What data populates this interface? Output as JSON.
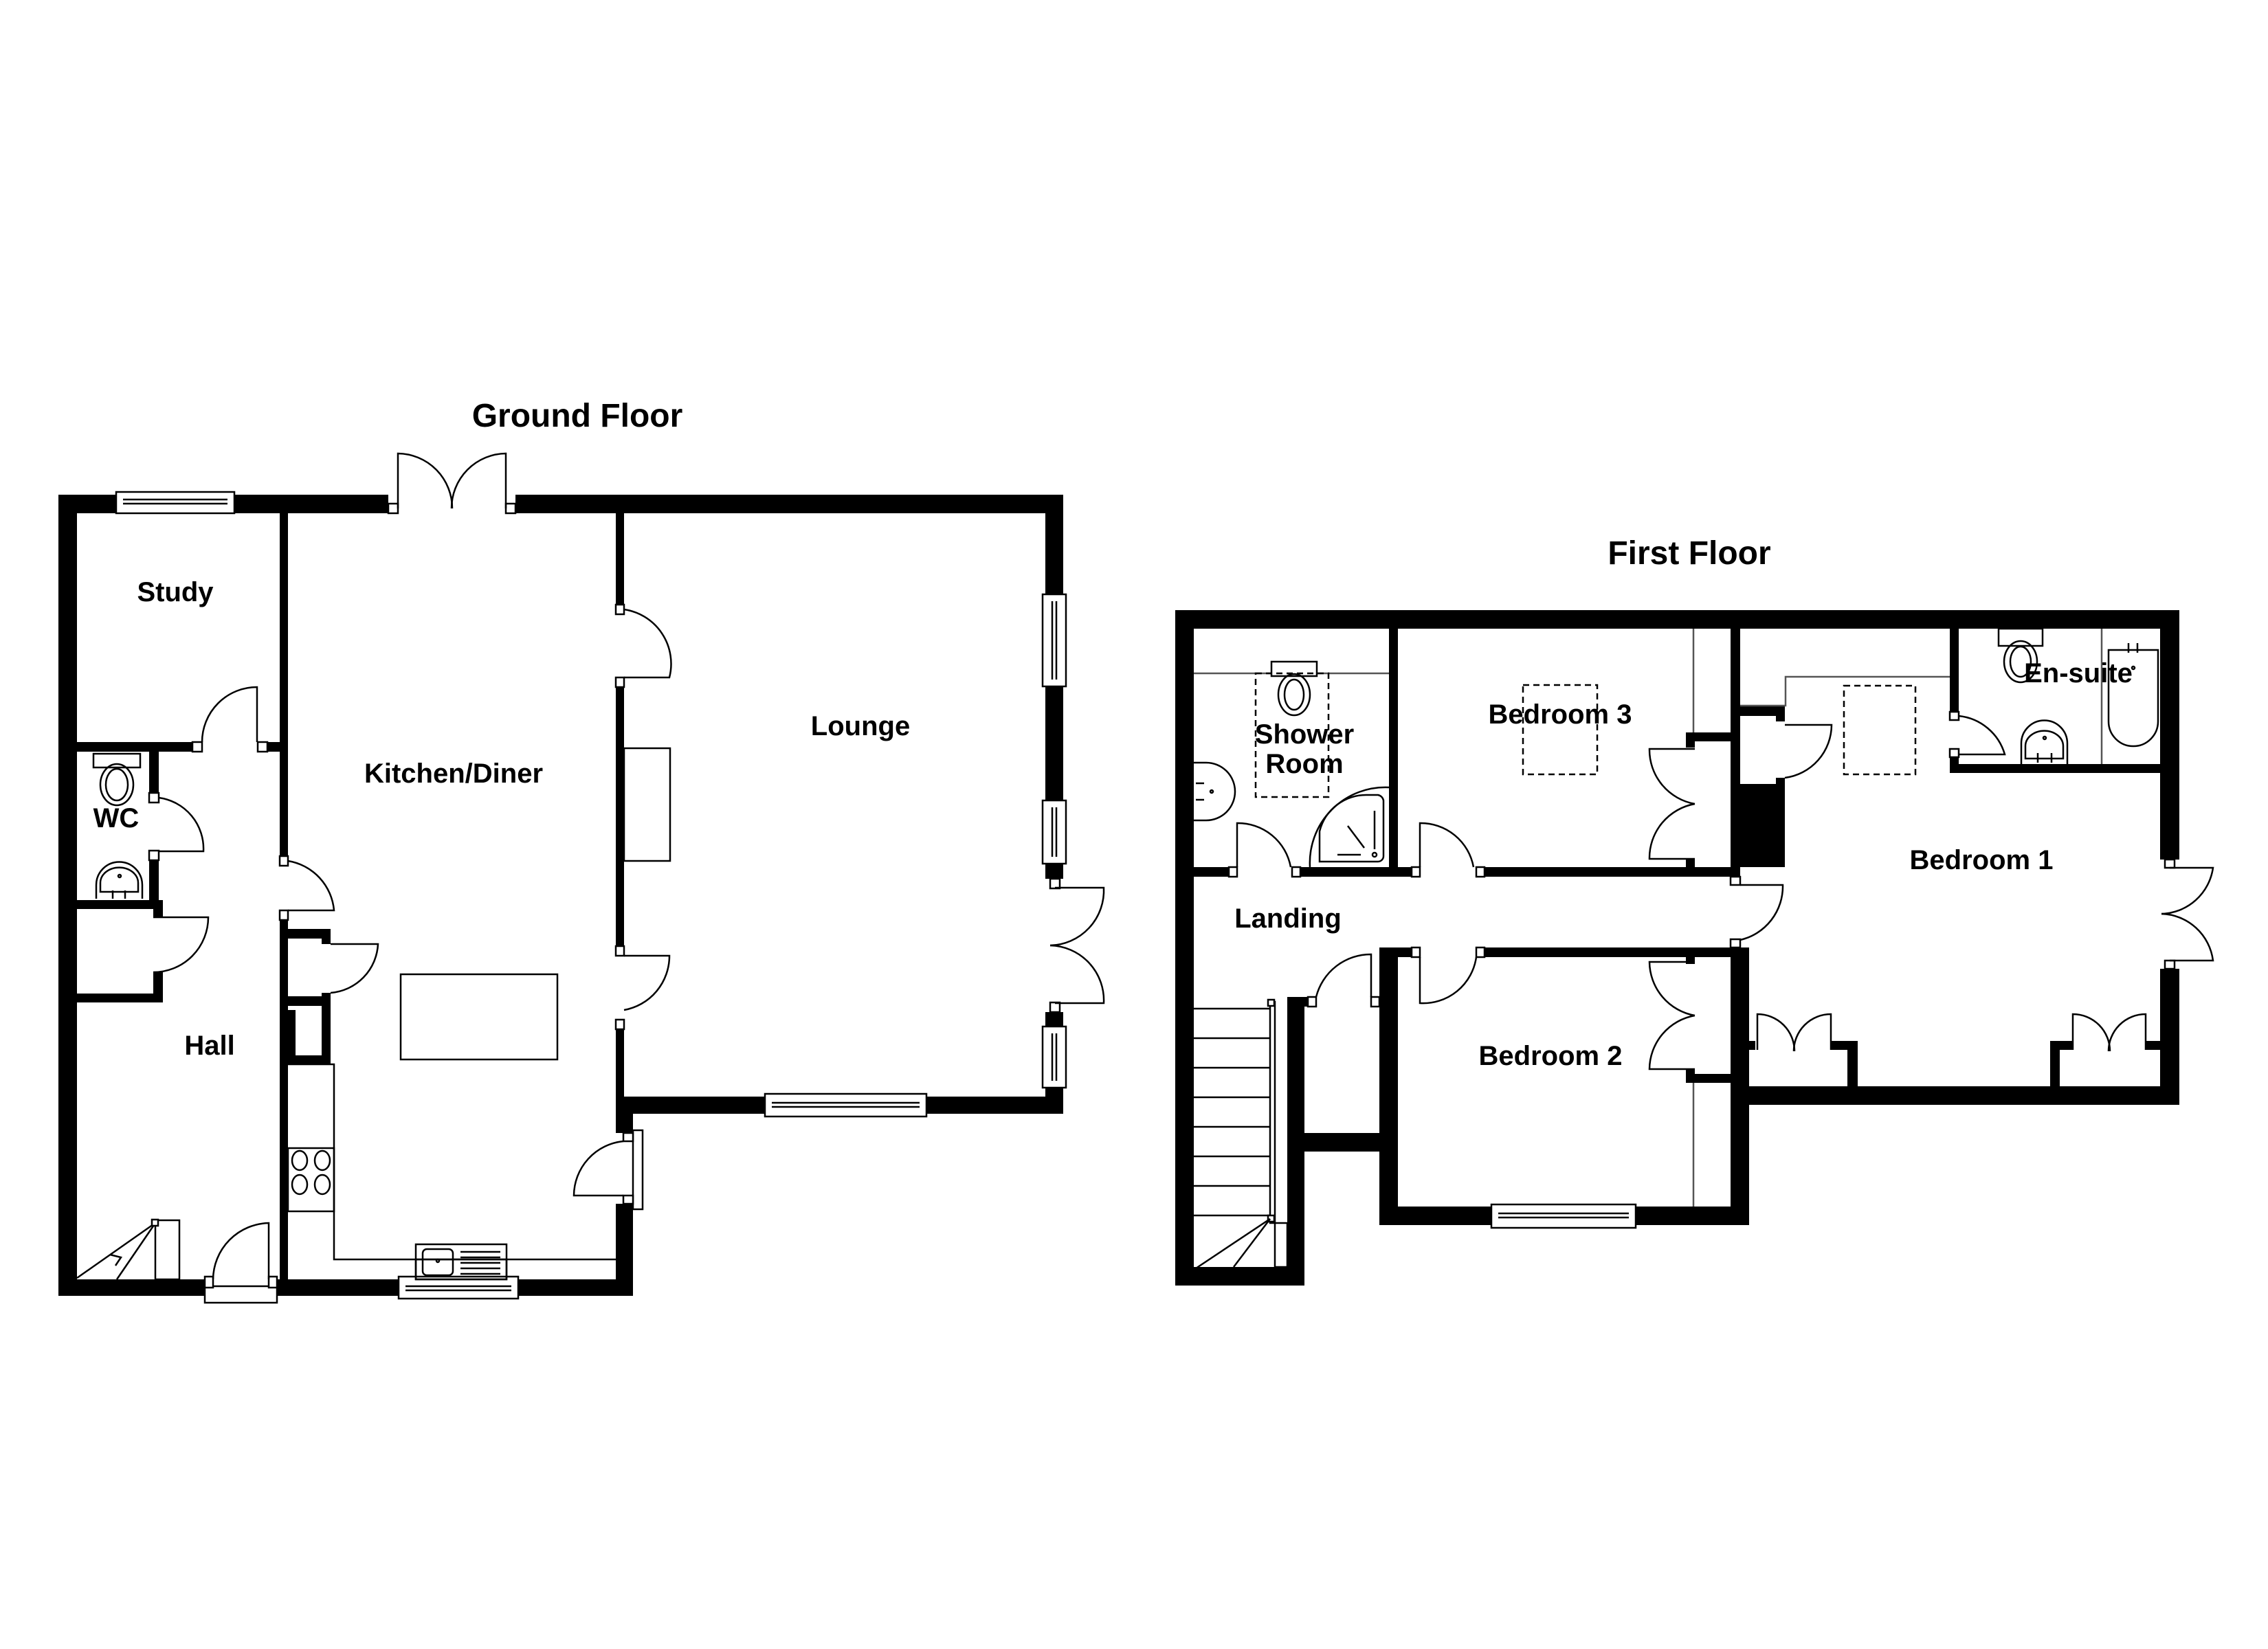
{
  "ground_floor": {
    "title": "Ground Floor",
    "rooms": {
      "study": "Study",
      "wc": "WC",
      "hall": "Hall",
      "kitchen_diner": "Kitchen/Diner",
      "lounge": "Lounge"
    }
  },
  "first_floor": {
    "title": "First Floor",
    "rooms": {
      "shower_room_line1": "Shower",
      "shower_room_line2": "Room",
      "bedroom_3": "Bedroom 3",
      "en_suite": "En-suite",
      "bedroom_1": "Bedroom 1",
      "landing": "Landing",
      "bedroom_2": "Bedroom 2"
    }
  },
  "colors": {
    "wall": "#000000",
    "background": "#ffffff",
    "line": "#000000"
  }
}
